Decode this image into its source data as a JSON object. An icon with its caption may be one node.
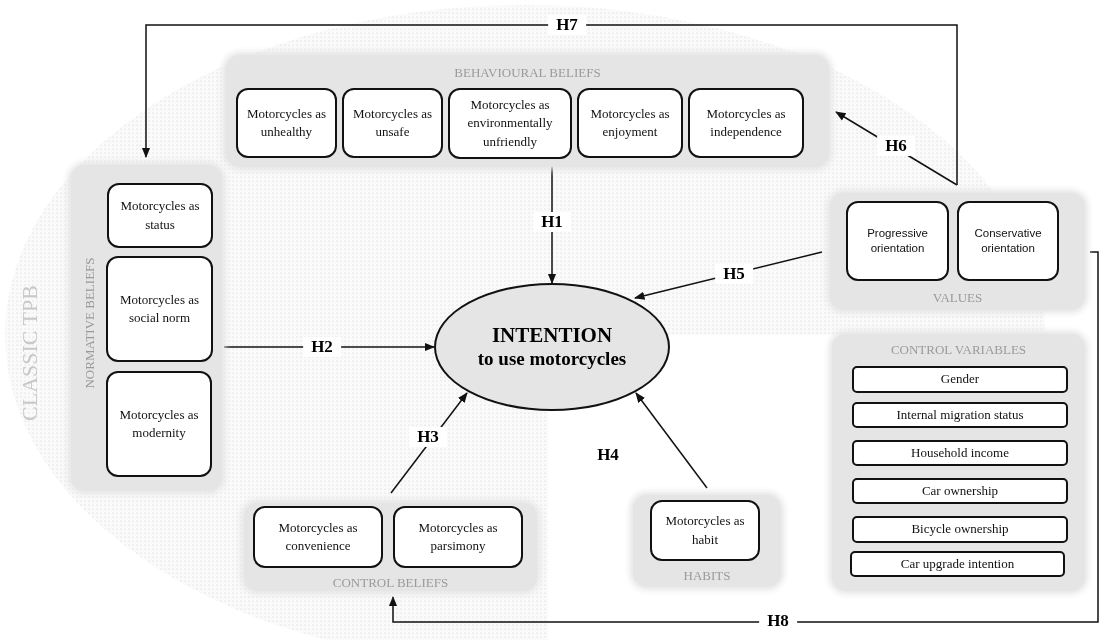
{
  "diagram": {
    "nodes": [
      {
        "text": [
          "BEHAVIOURAL BELIEFS"
        ]
      },
      {
        "text": [
          "Motorcycles as unhealthy"
        ],
        "in": 0
      },
      {
        "text": [
          "Motorcycles as unsafe"
        ],
        "in": 0
      },
      {
        "text": [
          "Motorcycles as environmentally unfriendly"
        ],
        "in": 0
      },
      {
        "text": [
          "Motorcycles as enjoyment"
        ],
        "in": 0
      },
      {
        "text": [
          "Motorcycles as independence"
        ],
        "in": 0
      },
      {
        "text": [
          "NORMATIVE BELIEFS"
        ]
      },
      {
        "text": [
          "Motorcycles as status"
        ],
        "in": 6
      },
      {
        "text": [
          "Motorcycles as social norm"
        ],
        "in": 6
      },
      {
        "text": [
          "Motorcycles as modernity"
        ],
        "in": 6
      },
      {
        "text": [
          "INTENTION",
          "to use motorcycles"
        ]
      },
      {
        "text": [
          "VALUES"
        ]
      },
      {
        "text": [
          "Progressive orientation"
        ],
        "in": 11
      },
      {
        "text": [
          "Conservative orientation"
        ],
        "in": 11
      },
      {
        "text": [
          "CONTROL VARIABLES"
        ]
      },
      {
        "text": [
          "Gender"
        ],
        "in": 14
      },
      {
        "text": [
          "Internal migration status"
        ],
        "in": 14
      },
      {
        "text": [
          "Household income"
        ],
        "in": 14
      },
      {
        "text": [
          "Car ownership"
        ],
        "in": 14
      },
      {
        "text": [
          "Bicycle ownership"
        ],
        "in": 14
      },
      {
        "text": [
          "Car upgrade intention"
        ],
        "in": 14
      },
      {
        "text": [
          "CONTROL BELIEFS"
        ]
      },
      {
        "text": [
          "Motorcycles as convenience"
        ],
        "in": 21
      },
      {
        "text": [
          "Motorcycles as parsimony"
        ],
        "in": 21
      },
      {
        "text": [
          "HABITS"
        ]
      },
      {
        "text": [
          "Motorcycles as habit"
        ],
        "in": 24
      }
    ],
    "edges": [
      {
        "from": 0,
        "to": 10,
        "arrow": "to",
        "label": "H1"
      },
      {
        "from": 6,
        "to": 10,
        "arrow": "to",
        "label": "H2"
      },
      {
        "from": 21,
        "to": 10,
        "arrow": "to",
        "label": "H3"
      },
      {
        "from": 24,
        "to": 10,
        "arrow": "to",
        "label": "H4"
      },
      {
        "from": 11,
        "to": 10,
        "arrow": "to",
        "label": "H5"
      },
      {
        "from": 11,
        "to": 0,
        "arrow": "to",
        "label": "H6"
      },
      {
        "from": 11,
        "to": 6,
        "arrow": "to",
        "label": "H7"
      },
      {
        "from": 11,
        "to": 21,
        "arrow": "to",
        "label": "H8"
      }
    ],
    "labels": [
      "CLASSIC TPB"
    ]
  }
}
